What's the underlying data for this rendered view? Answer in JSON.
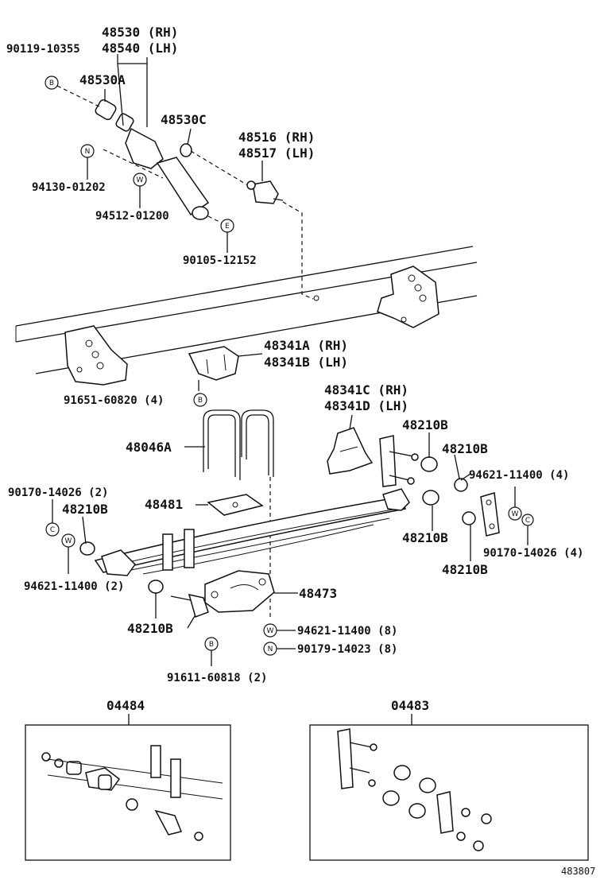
{
  "labels": {
    "p48530": "48530 (RH)",
    "p90119": "90119-10355",
    "p48540": "48540 (LH)",
    "p48530A": "48530A",
    "p48530C": "48530C",
    "p48516": "48516 (RH)",
    "p48517": "48517 (LH)",
    "p94130": "94130-01202",
    "p94512": "94512-01200",
    "p90105": "90105-12152",
    "p48341A": "48341A (RH)",
    "p48341B": "48341B (LH)",
    "p91651": "91651-60820 (4)",
    "p48341C": "48341C (RH)",
    "p48341D": "48341D (LH)",
    "p48210B_a": "48210B",
    "p48046A": "48046A",
    "p48210B_b": "48210B",
    "p94621_r": "94621-11400 (4)",
    "p90170_l": "90170-14026 (2)",
    "p48210B_c": "48210B",
    "p48481": "48481",
    "p48210B_d": "48210B",
    "p90170_r": "90170-14026 (4)",
    "p94621_l": "94621-11400 (2)",
    "p48210B_e": "48210B",
    "p48473": "48473",
    "p48210B_f": "48210B",
    "p94621_c": "94621-11400 (8)",
    "p90179": "90179-14023 (8)",
    "p91611": "91611-60818 (2)",
    "p04484": "04484",
    "p04483": "04483",
    "fig_code": "483807"
  },
  "callouts": {
    "b": "B",
    "n": "N",
    "w": "W",
    "e": "E",
    "c": "C"
  }
}
